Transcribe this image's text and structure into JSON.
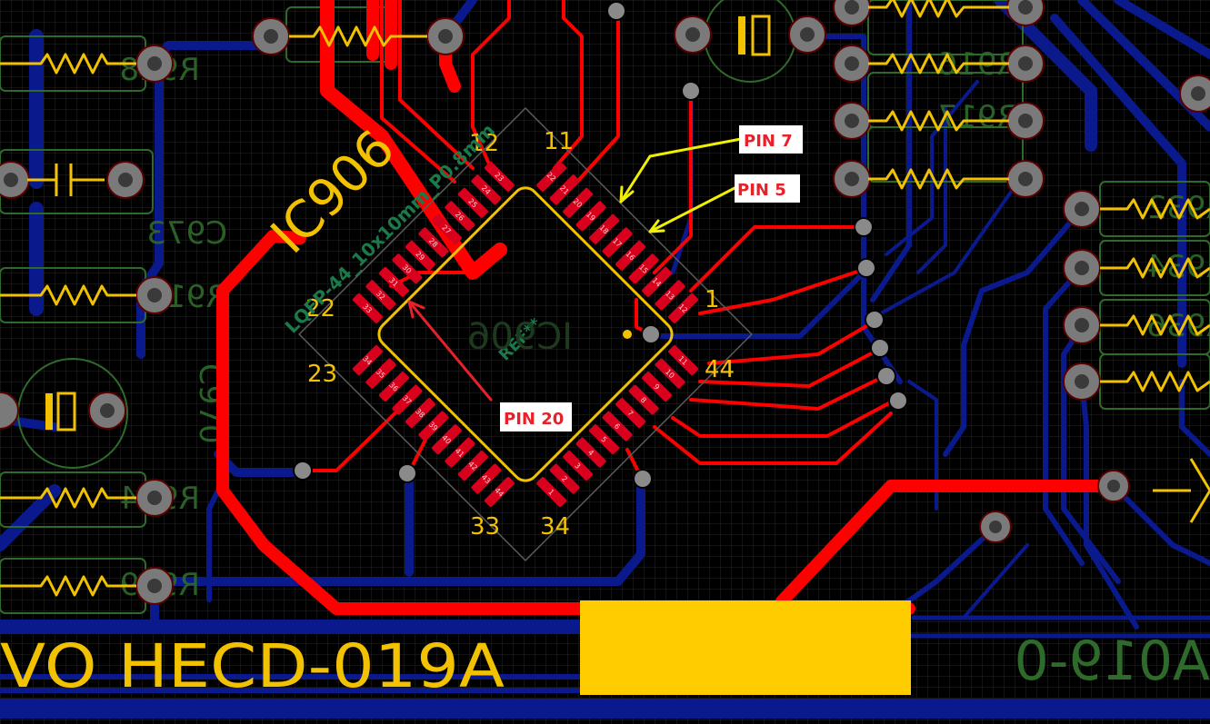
{
  "colors": {
    "background": "#000000",
    "grid": "#2a2a2a",
    "trace_top": "#ff0000",
    "trace_bottom": "#0a1a8c",
    "silk_top": "#f2c200",
    "silk_bottom": "#2e6b2a",
    "fab_text": "#1a7a4a",
    "pad": "#d8001c",
    "via": "#7a7a7a",
    "callout_text": "#e8202a",
    "callout_arrow_yellow": "#f0f000",
    "callout_arrow_red": "#e8202a",
    "copper_fill": "#ffcc00"
  },
  "component": {
    "refdes": "IC906",
    "footprint_label": "LQFP-44_10x10mm_P0.8mm",
    "fab_ref": "REF**",
    "mirrored_ref": "IC906",
    "pins_per_side": 11,
    "pin_count": 44
  },
  "pin_number_labels": {
    "p1": "1",
    "p11": "11",
    "p12": "12",
    "p22": "22",
    "p23": "23",
    "p33": "33",
    "p34": "34",
    "p44": "44"
  },
  "callouts": {
    "pin7": "PIN 7",
    "pin5": "PIN 5",
    "pin20": "PIN 20"
  },
  "board_text": {
    "top": "VO HECD-019A",
    "bottom_mirrored": "A019-0"
  },
  "bottom_silk": {
    "refs": [
      "C973",
      "R918",
      "C970",
      "R914",
      "R919",
      "R918",
      "R916",
      "R917",
      "R932",
      "R934",
      "R936"
    ]
  }
}
